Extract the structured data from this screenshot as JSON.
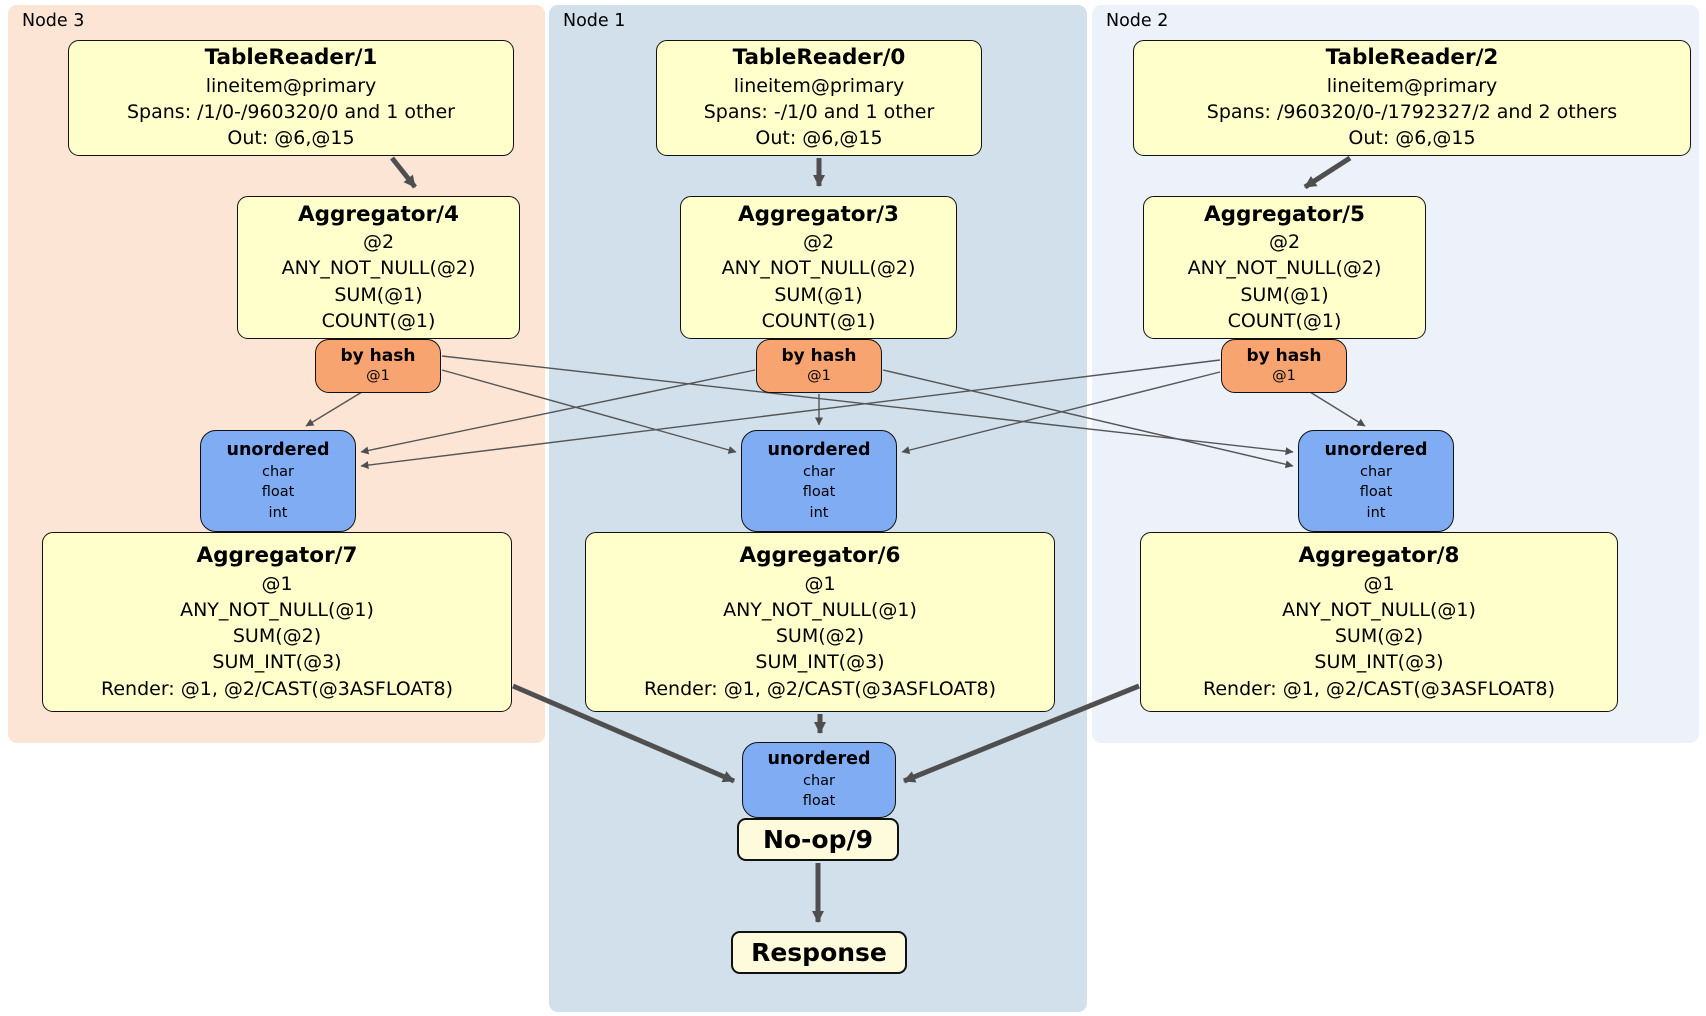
{
  "panels": [
    {
      "label": "Node 3"
    },
    {
      "label": "Node 1"
    },
    {
      "label": "Node 2"
    }
  ],
  "p": {
    "tr1": {
      "title": "TableReader/1",
      "lines": [
        "lineitem@primary",
        "Spans: /1/0-/960320/0 and 1 other",
        "Out: @6,@15"
      ]
    },
    "tr0": {
      "title": "TableReader/0",
      "lines": [
        "lineitem@primary",
        "Spans: -/1/0 and 1 other",
        "Out: @6,@15"
      ]
    },
    "tr2": {
      "title": "TableReader/2",
      "lines": [
        "lineitem@primary",
        "Spans: /960320/0-/1792327/2 and 2 others",
        "Out: @6,@15"
      ]
    },
    "agg4": {
      "title": "Aggregator/4",
      "lines": [
        "@2",
        "ANY_NOT_NULL(@2)",
        "SUM(@1)",
        "COUNT(@1)"
      ]
    },
    "agg3": {
      "title": "Aggregator/3",
      "lines": [
        "@2",
        "ANY_NOT_NULL(@2)",
        "SUM(@1)",
        "COUNT(@1)"
      ]
    },
    "agg5": {
      "title": "Aggregator/5",
      "lines": [
        "@2",
        "ANY_NOT_NULL(@2)",
        "SUM(@1)",
        "COUNT(@1)"
      ]
    },
    "hash3": {
      "title": "by hash",
      "sub": "@1"
    },
    "hash1": {
      "title": "by hash",
      "sub": "@1"
    },
    "hash2": {
      "title": "by hash",
      "sub": "@1"
    },
    "uno3": {
      "title": "unordered",
      "lines": [
        "char",
        "float",
        "int"
      ]
    },
    "uno1": {
      "title": "unordered",
      "lines": [
        "char",
        "float",
        "int"
      ]
    },
    "uno2": {
      "title": "unordered",
      "lines": [
        "char",
        "float",
        "int"
      ]
    },
    "agg7": {
      "title": "Aggregator/7",
      "lines": [
        "@1",
        "ANY_NOT_NULL(@1)",
        "SUM(@2)",
        "SUM_INT(@3)",
        "Render: @1, @2/CAST(@3ASFLOAT8)"
      ]
    },
    "agg6": {
      "title": "Aggregator/6",
      "lines": [
        "@1",
        "ANY_NOT_NULL(@1)",
        "SUM(@2)",
        "SUM_INT(@3)",
        "Render: @1, @2/CAST(@3ASFLOAT8)"
      ]
    },
    "agg8": {
      "title": "Aggregator/8",
      "lines": [
        "@1",
        "ANY_NOT_NULL(@1)",
        "SUM(@2)",
        "SUM_INT(@3)",
        "Render: @1, @2/CAST(@3ASFLOAT8)"
      ]
    },
    "unoF": {
      "title": "unordered",
      "lines": [
        "char",
        "float"
      ]
    },
    "noop": {
      "title": "No-op/9"
    },
    "resp": {
      "title": "Response"
    }
  },
  "colors": {
    "panel_node3": "#fce5d4",
    "panel_node1": "#d1e0eb",
    "panel_node2": "#ecf1fa",
    "processor_fill": "#ffffcc",
    "router_fill": "#f8a470",
    "sync_fill": "#80acf4",
    "edge": "#4f4f4f"
  }
}
